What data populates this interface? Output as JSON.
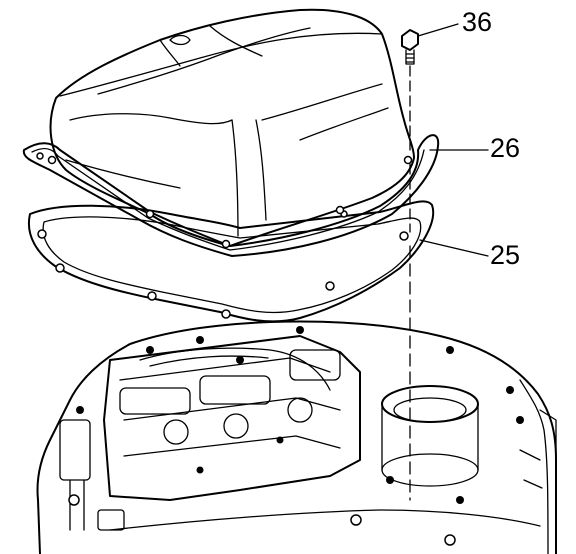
{
  "callouts": {
    "bolt": "36",
    "gasket": "26",
    "cover": "25"
  },
  "colors": {
    "line": "#000000",
    "background": "#ffffff"
  }
}
